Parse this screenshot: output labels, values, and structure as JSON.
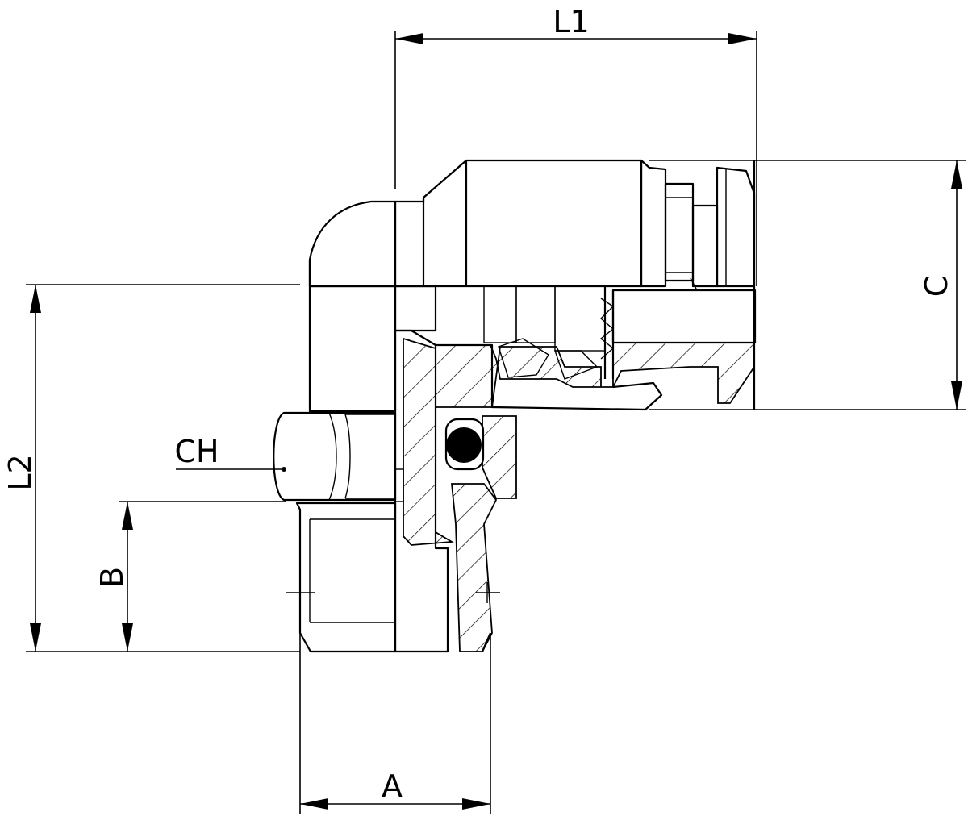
{
  "drawing": {
    "labels": {
      "L1": "L1",
      "L2": "L2",
      "A": "A",
      "B": "B",
      "C": "C",
      "CH": "CH"
    },
    "colors": {
      "line": "#000000",
      "background": "#ffffff",
      "oring": "#000000"
    }
  }
}
